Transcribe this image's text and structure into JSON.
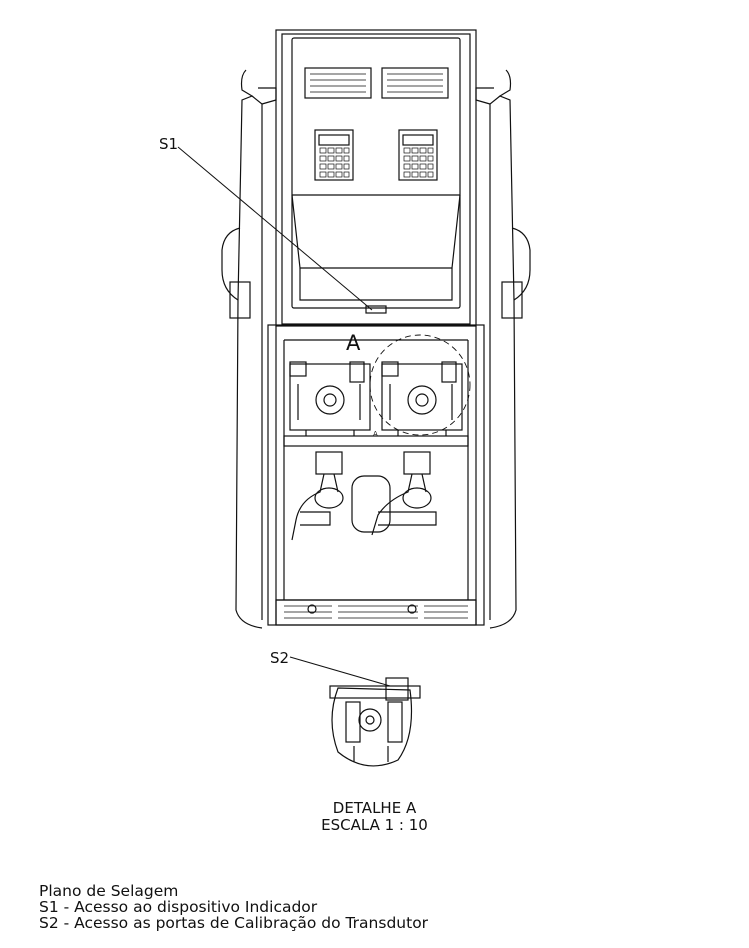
{
  "callouts": {
    "s1": "S1",
    "s2": "S2",
    "detail_marker": "A",
    "small_a": "A"
  },
  "detail": {
    "title": "DETALHE A",
    "scale": "ESCALA 1 : 10"
  },
  "legend": {
    "heading": "Plano de Selagem",
    "s1_text": "S1 - Acesso ao dispositivo Indicador",
    "s2_text": "S2 - Acesso as portas de Calibração do Transdutor"
  }
}
